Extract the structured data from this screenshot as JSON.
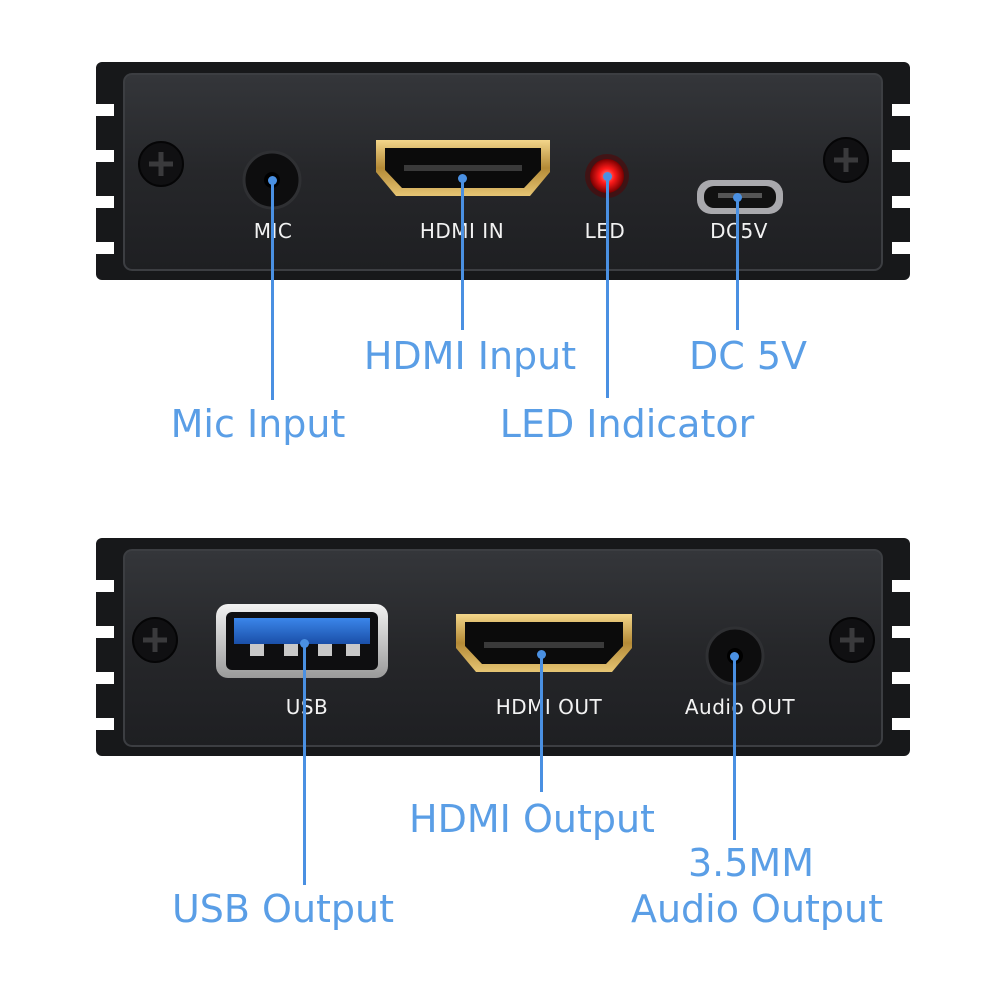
{
  "top_panel": {
    "port_labels": {
      "mic": "MIC",
      "hdmi_in": "HDMI IN",
      "led": "LED",
      "dc": "DC5V"
    },
    "callouts": {
      "mic": "Mic Input",
      "hdmi_in": "HDMI Input",
      "led": "LED Indicator",
      "dc": "DC 5V"
    }
  },
  "bottom_panel": {
    "port_labels": {
      "usb": "USB",
      "hdmi_out": "HDMI OUT",
      "audio_out": "Audio OUT"
    },
    "callouts": {
      "usb": "USB Output",
      "hdmi_out": "HDMI Output",
      "audio_line1": "3.5MM",
      "audio_line2": "Audio Output"
    }
  },
  "colors": {
    "housing": "#1b1b1d",
    "face": "#2a2b2e",
    "callout_text": "#5a9ee6",
    "lead_line": "#4a90e2",
    "hdmi_gold": "#c9a24a",
    "usb_blue": "#1f63c9",
    "led_red": "#ff1a1a"
  }
}
